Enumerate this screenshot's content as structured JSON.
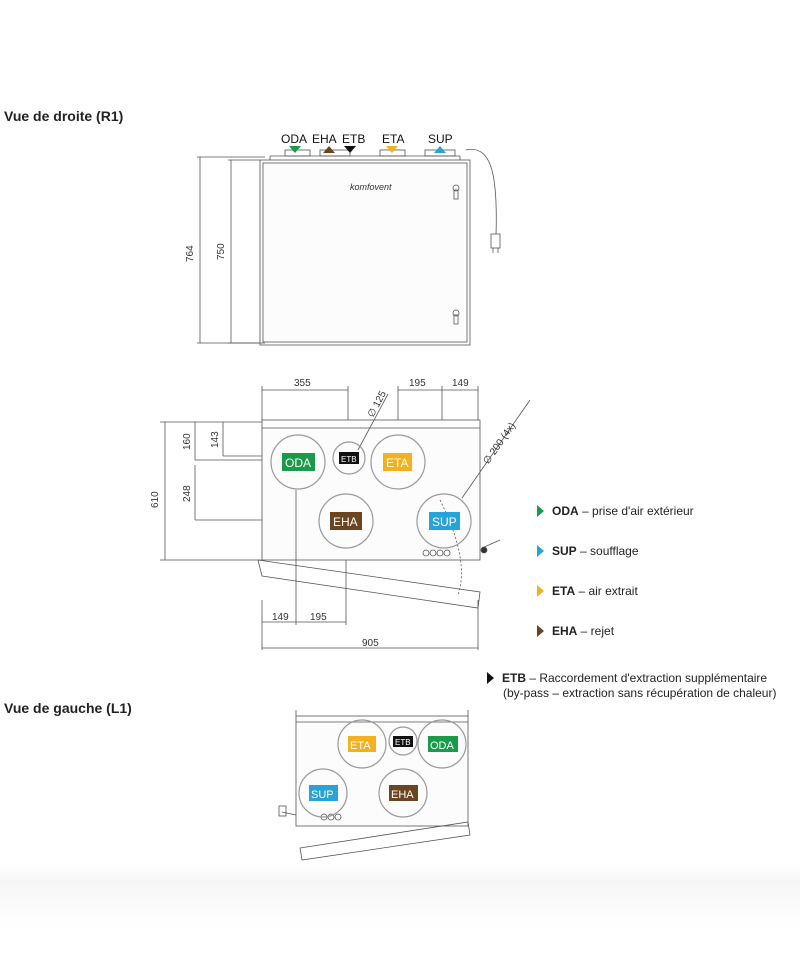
{
  "views": {
    "right_title": "Vue de droite (R1)",
    "left_title": "Vue de gauche (L1)"
  },
  "top_labels": {
    "oda": "ODA",
    "eha": "EHA",
    "etb": "ETB",
    "eta": "ETA",
    "sup": "SUP"
  },
  "brand": "komfovent",
  "dimensions": {
    "h764": "764",
    "h750": "750",
    "w355": "355",
    "w195_top": "195",
    "w149_top": "149",
    "d125": "∅ 125",
    "d200": "∅ 200 (4x)",
    "h610": "610",
    "h160": "160",
    "h143": "143",
    "h248": "248",
    "w149_bottom": "149",
    "w195_bottom": "195",
    "w905": "905"
  },
  "ports": {
    "oda": "ODA",
    "etb": "ETB",
    "eta": "ETA",
    "eha": "EHA",
    "sup": "SUP"
  },
  "legend": [
    {
      "code": "ODA",
      "text": " – prise d'air extérieur",
      "color": "#1a9b4a"
    },
    {
      "code": "SUP",
      "text": " – soufflage",
      "color": "#27a3d8"
    },
    {
      "code": "ETA",
      "text": " – air extrait",
      "color": "#f2b21f"
    },
    {
      "code": "EHA",
      "text": " – rejet",
      "color": "#6b4520"
    },
    {
      "code": "ETB",
      "text": " – Raccordement d'extraction supplémentaire",
      "line2": "(by-pass – extraction sans récupération de chaleur)",
      "color": "#111111"
    }
  ],
  "colors": {
    "oda": "#1a9b4a",
    "sup": "#27a3d8",
    "eta": "#f2b21f",
    "eha": "#6b4520",
    "etb": "#111111"
  }
}
